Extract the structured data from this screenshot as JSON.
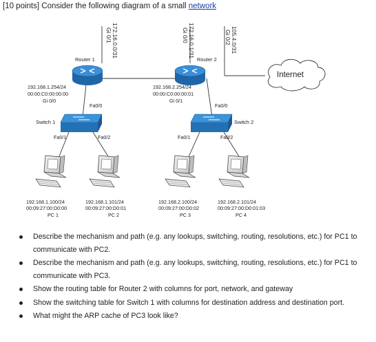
{
  "heading": {
    "prefix": "[10 points] Consider the following diagram of a small ",
    "link": "network"
  },
  "routers": [
    {
      "name": "Router 1",
      "port_top": "Gi 0/1",
      "net_top": "172.16.0.0/31",
      "port_left": "Gi 0/0",
      "ip": "192.168.1.254/24",
      "mac": "00:00:C0:00:00:00",
      "port_down": "Fa0/0"
    },
    {
      "name": "Router 2",
      "port_top_left": "Gi 0/0",
      "net_top_left": "172.16.0.1/31",
      "port_top_right": "Gi 0/2",
      "net_top_right": "105.4.0/31",
      "port_left": "Gi 0/1",
      "ip": "192.168.2.254/24",
      "mac": "00:00:C0:00:00:01",
      "port_down": "Fa0/0"
    }
  ],
  "cloud": {
    "label": "Internet"
  },
  "switches": [
    {
      "name": "Switch 1",
      "port_left": "Fa0/1",
      "port_right": "Fa0/2"
    },
    {
      "name": "Switch 2",
      "port_left": "Fa0/1",
      "port_right": "Fa0/2"
    }
  ],
  "pcs": [
    {
      "ip": "192.168.1.100/24",
      "mac": "00:09:27:00:D0:00",
      "name": "PC 1"
    },
    {
      "ip": "192.168.1.101/24",
      "mac": "00:09:27:00:D0:01",
      "name": "PC 2"
    },
    {
      "ip": "192.168.2.100/24",
      "mac": "00:09:27:00:D0:02",
      "name": "PC 3"
    },
    {
      "ip": "192.168.2.101/24",
      "mac": "00:09:27:00:D0:01:03",
      "name": "PC 4"
    }
  ],
  "tasks": [
    "Describe the mechanism and path (e.g. any lookups, switching, routing, resolutions, etc.) for PC1 to communicate with PC2.",
    "Describe the mechanism and path (e.g. any lookups, switching, routing, resolutions, etc.) for PC1 to communicate with PC3.",
    "Show the routing table for Router 2 with columns for port, network, and gateway",
    "Show the switching table for Switch 1 with columns for destination address and destination port.",
    "What might the ARP cache of PC3 look like?"
  ],
  "colors": {
    "router_top": "#3a8fd6",
    "router_side": "#1f66a8",
    "switch_top": "#3c93d8",
    "switch_side": "#2470b5",
    "link_color": "#1a3ea8"
  }
}
